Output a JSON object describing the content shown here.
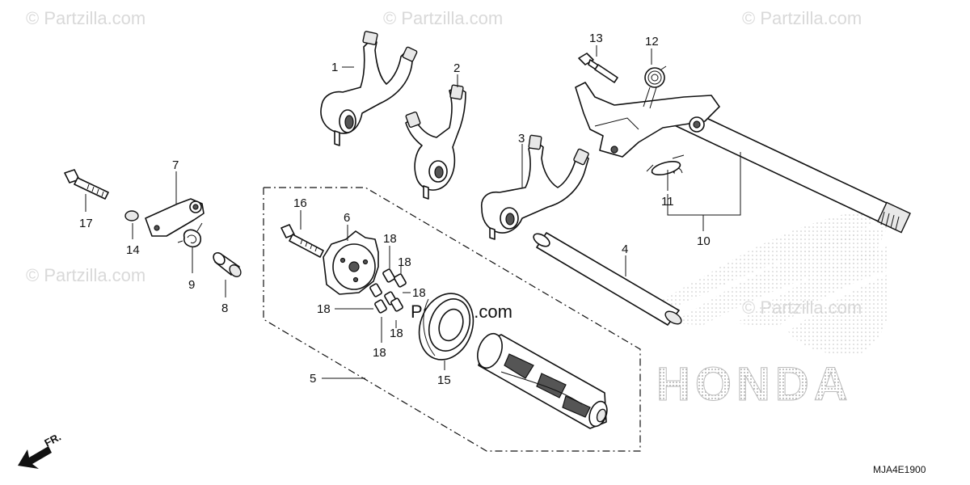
{
  "watermark": {
    "text": "© Partzilla.com",
    "center_text": "Partzilla.com"
  },
  "brand_logo_text": "HONDA",
  "diagram_code": "MJA4E1900",
  "direction_label": "FR.",
  "callouts": {
    "c1": "1",
    "c2": "2",
    "c3": "3",
    "c4": "4",
    "c5": "5",
    "c6": "6",
    "c7": "7",
    "c8": "8",
    "c9": "9",
    "c10": "10",
    "c11": "11",
    "c12": "12",
    "c13": "13",
    "c14": "14",
    "c15": "15",
    "c16": "16",
    "c17": "17",
    "c18a": "18",
    "c18b": "18",
    "c18c": "18",
    "c18d": "18",
    "c18e": "18",
    "c18f": "18",
    "c18g": "18"
  }
}
